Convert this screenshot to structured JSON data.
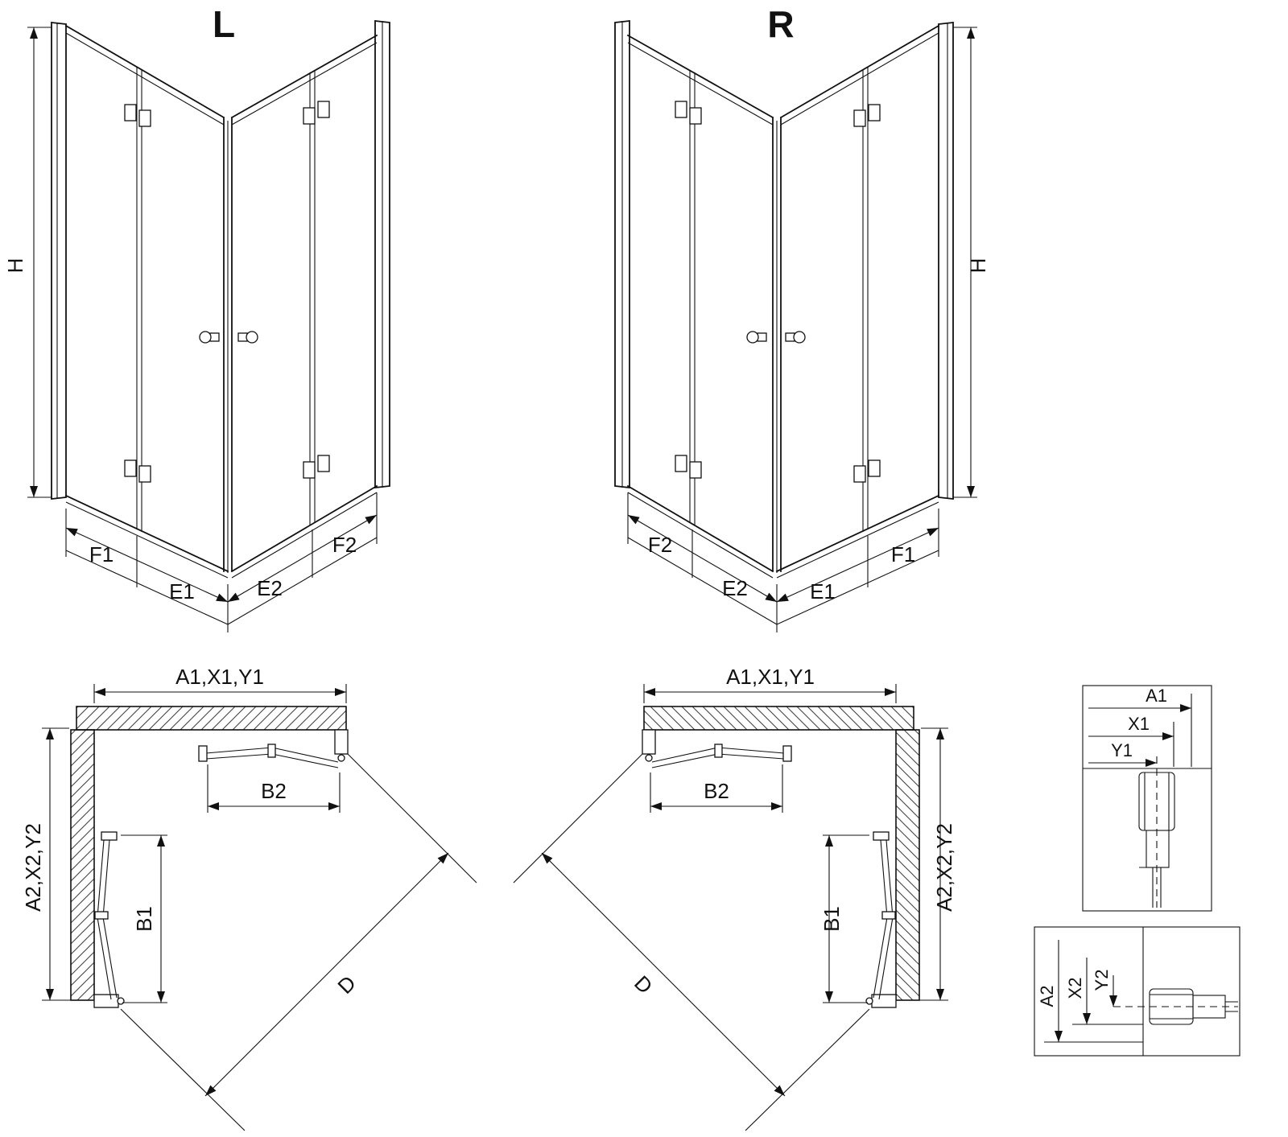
{
  "figure": {
    "views3d": {
      "left": {
        "title": "L",
        "h": "H",
        "f1": "F1",
        "e1": "E1",
        "e2": "E2",
        "f2": "F2"
      },
      "right": {
        "title": "R",
        "h": "H",
        "f1": "F1",
        "e1": "E1",
        "e2": "E2",
        "f2": "F2"
      }
    },
    "plans": {
      "left": {
        "top": "A1,X1,Y1",
        "side": "A2,X2,Y2",
        "b2": "B2",
        "b1": "B1",
        "d": "D"
      },
      "right": {
        "top": "A1,X1,Y1",
        "side": "A2,X2,Y2",
        "b2": "B2",
        "b1": "B1",
        "d": "D"
      }
    },
    "details": {
      "horizontal": {
        "a1": "A1",
        "x1": "X1",
        "y1": "Y1"
      },
      "vertical": {
        "a2": "A2",
        "x2": "X2",
        "y2": "Y2"
      }
    }
  }
}
